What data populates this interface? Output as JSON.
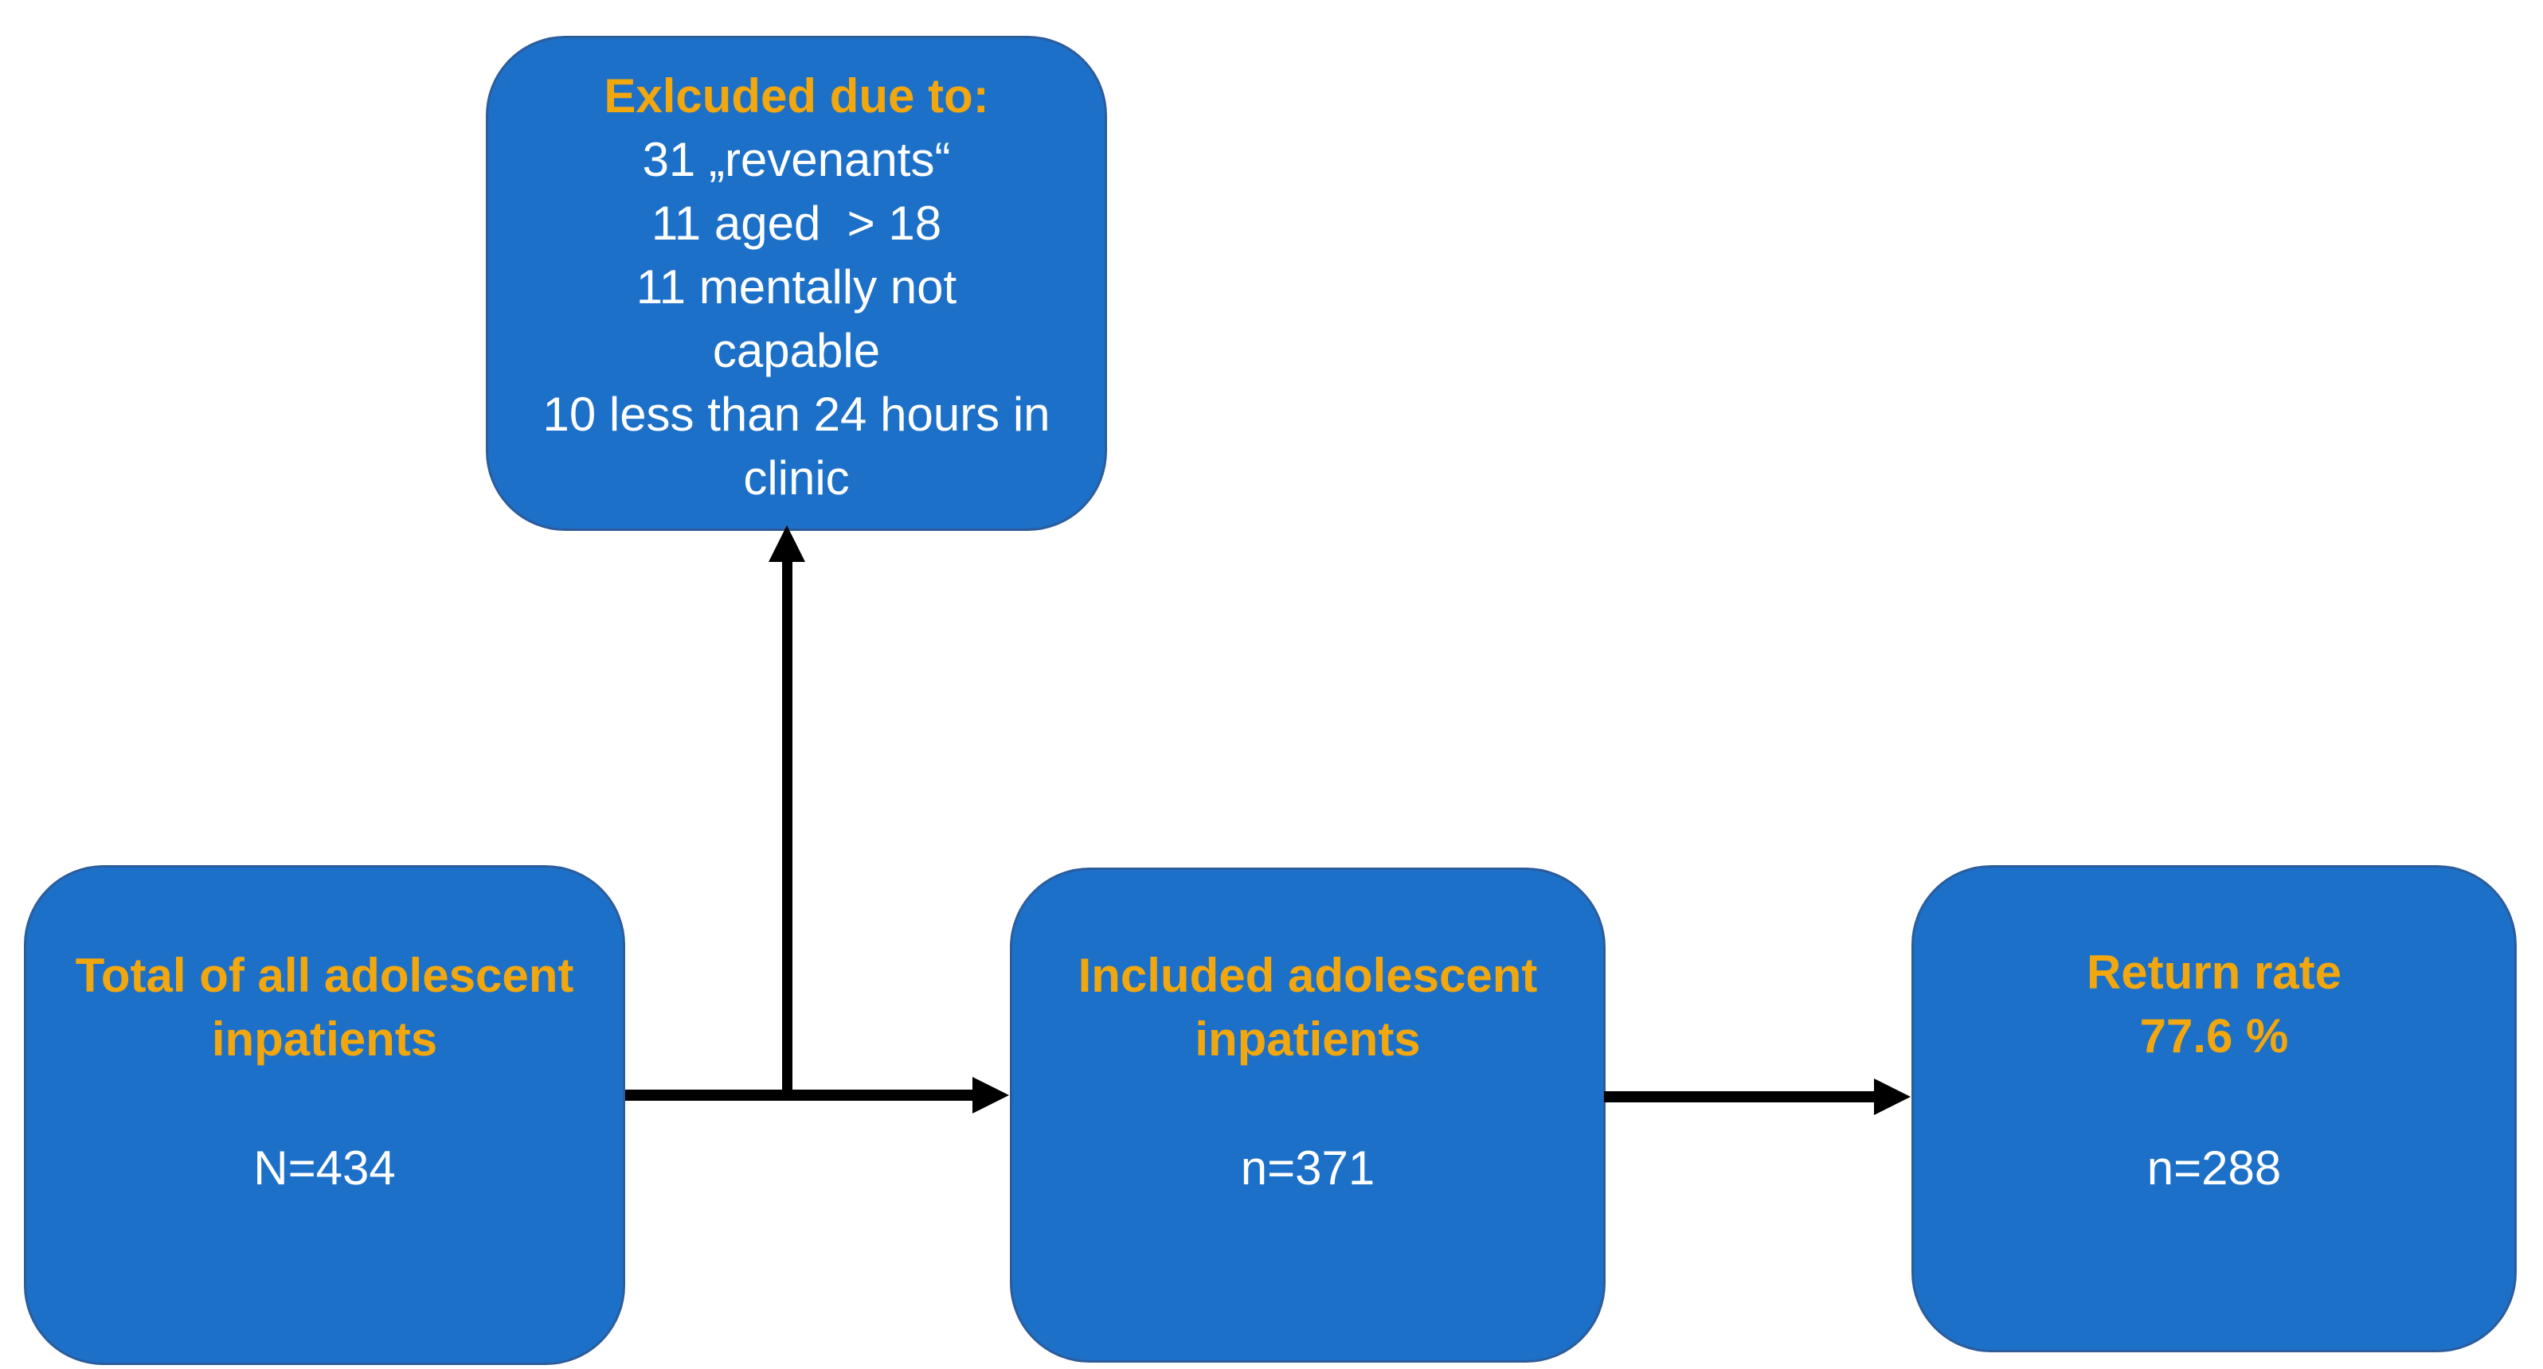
{
  "colors": {
    "box_fill": "#1d70c7",
    "box_border": "#2b5c9c",
    "accent_text": "#f2a70e",
    "body_text": "#ffffff",
    "arrow": "#000000",
    "background": "#ffffff"
  },
  "excluded_box": {
    "title": "Exlcuded due to:",
    "lines": [
      "31 „revenants“",
      "11 aged  > 18",
      "11 mentally not",
      "capable",
      "10 less than 24 hours in",
      "clinic"
    ]
  },
  "total_box": {
    "title_lines": [
      "Total of all adolescent",
      "inpatients"
    ],
    "value": "N=434"
  },
  "included_box": {
    "title_lines": [
      "Included adolescent",
      "inpatients"
    ],
    "value": "n=371"
  },
  "return_box": {
    "title_lines": [
      "Return rate",
      "77.6 %"
    ],
    "value": "n=288"
  }
}
